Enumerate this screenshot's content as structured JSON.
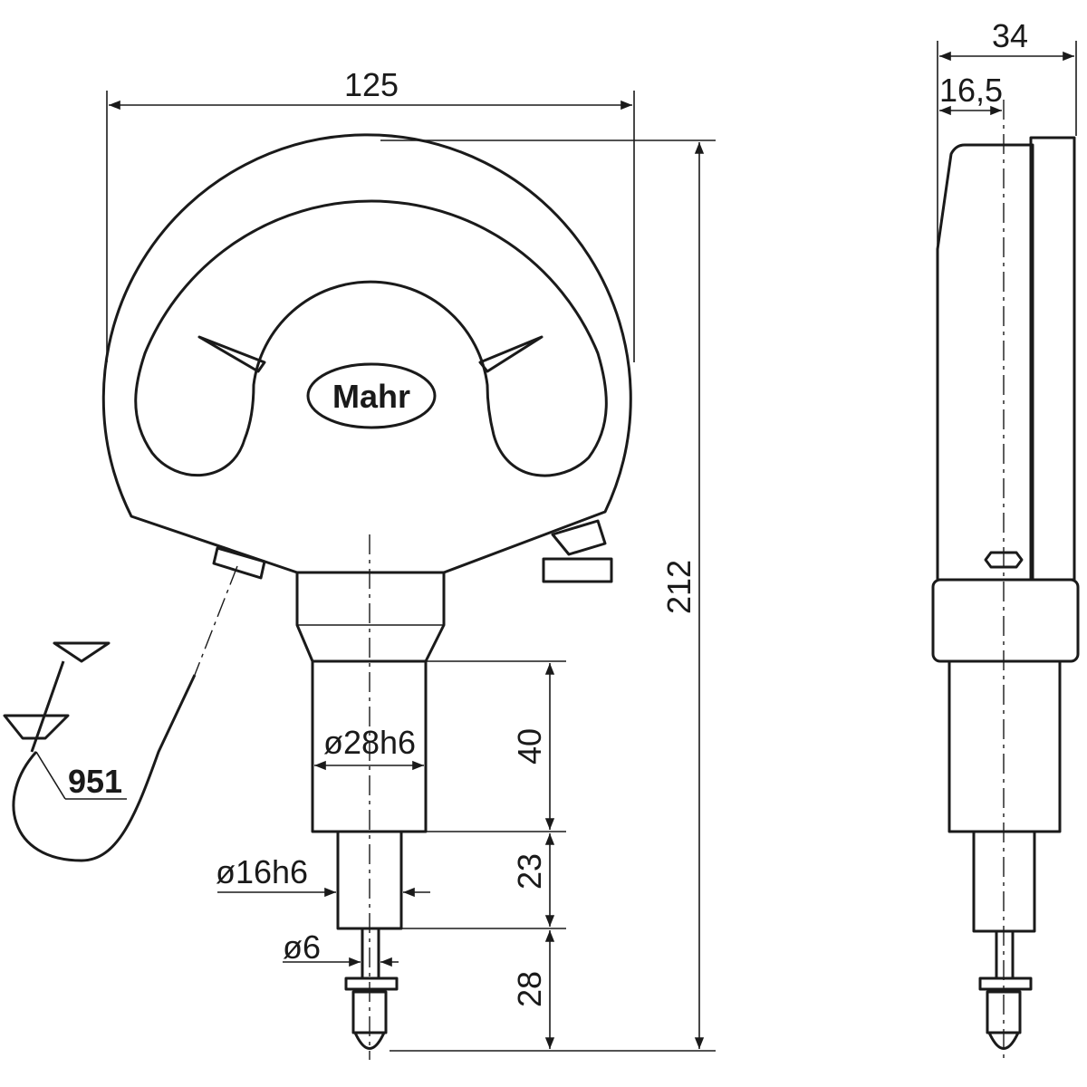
{
  "brand_logo": "Mahr",
  "dimensions": {
    "width_front": "125",
    "height_total": "212",
    "stem_length": "40",
    "spindle_length": "23",
    "plunger_length": "28",
    "stem_diameter": "ø28h6",
    "spindle_diameter": "ø16h6",
    "plunger_diameter": "ø6",
    "depth_total": "34",
    "depth_center": "16,5"
  },
  "accessory_label": "951"
}
